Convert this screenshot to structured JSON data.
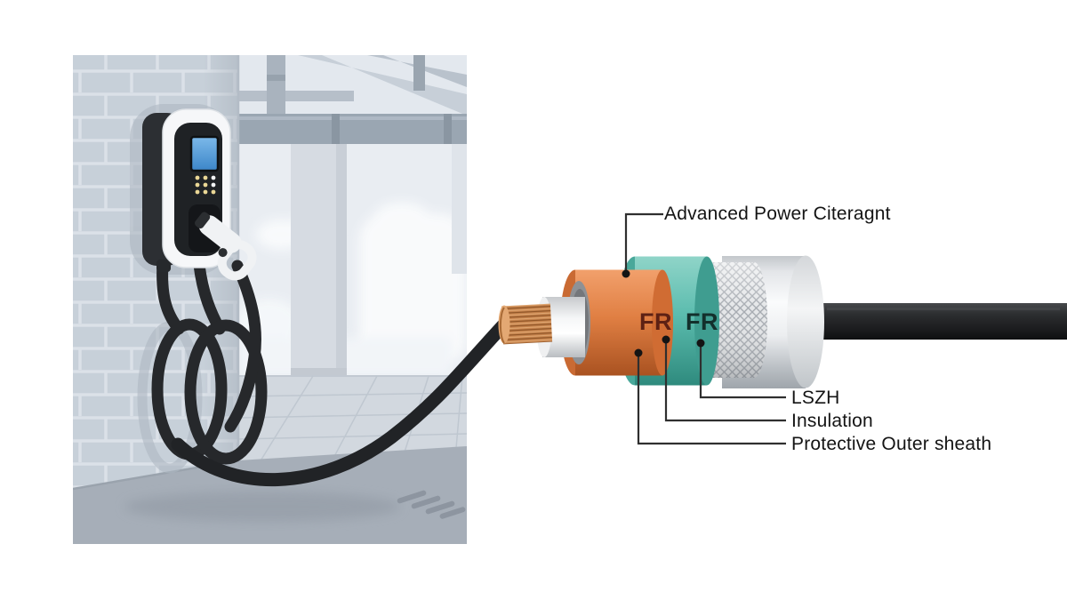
{
  "figure": {
    "callouts": {
      "conductor_label": "Advanced Power Citeragnt",
      "lszh_label": "LSZH",
      "insulation_label": "Insulation",
      "outer_sheath_label": "Protective Outer sheath"
    },
    "layer_markings": {
      "fr_inner": "FR",
      "fr_outer": "FR"
    },
    "colors": {
      "fr_inner_layer_orange": "#E08344",
      "fr_outer_layer_teal": "#5BBCAE",
      "copper_conductor": "#C8854E",
      "conductor_insulation": "#F2F3F4",
      "braided_shield": "#E4E6E8",
      "outer_sheath": "#ECEEF0",
      "cable_jacket": "#232528",
      "callout_text": "#141414",
      "fr_inner_text": "#5D2114",
      "fr_outer_text": "#13302C"
    }
  }
}
